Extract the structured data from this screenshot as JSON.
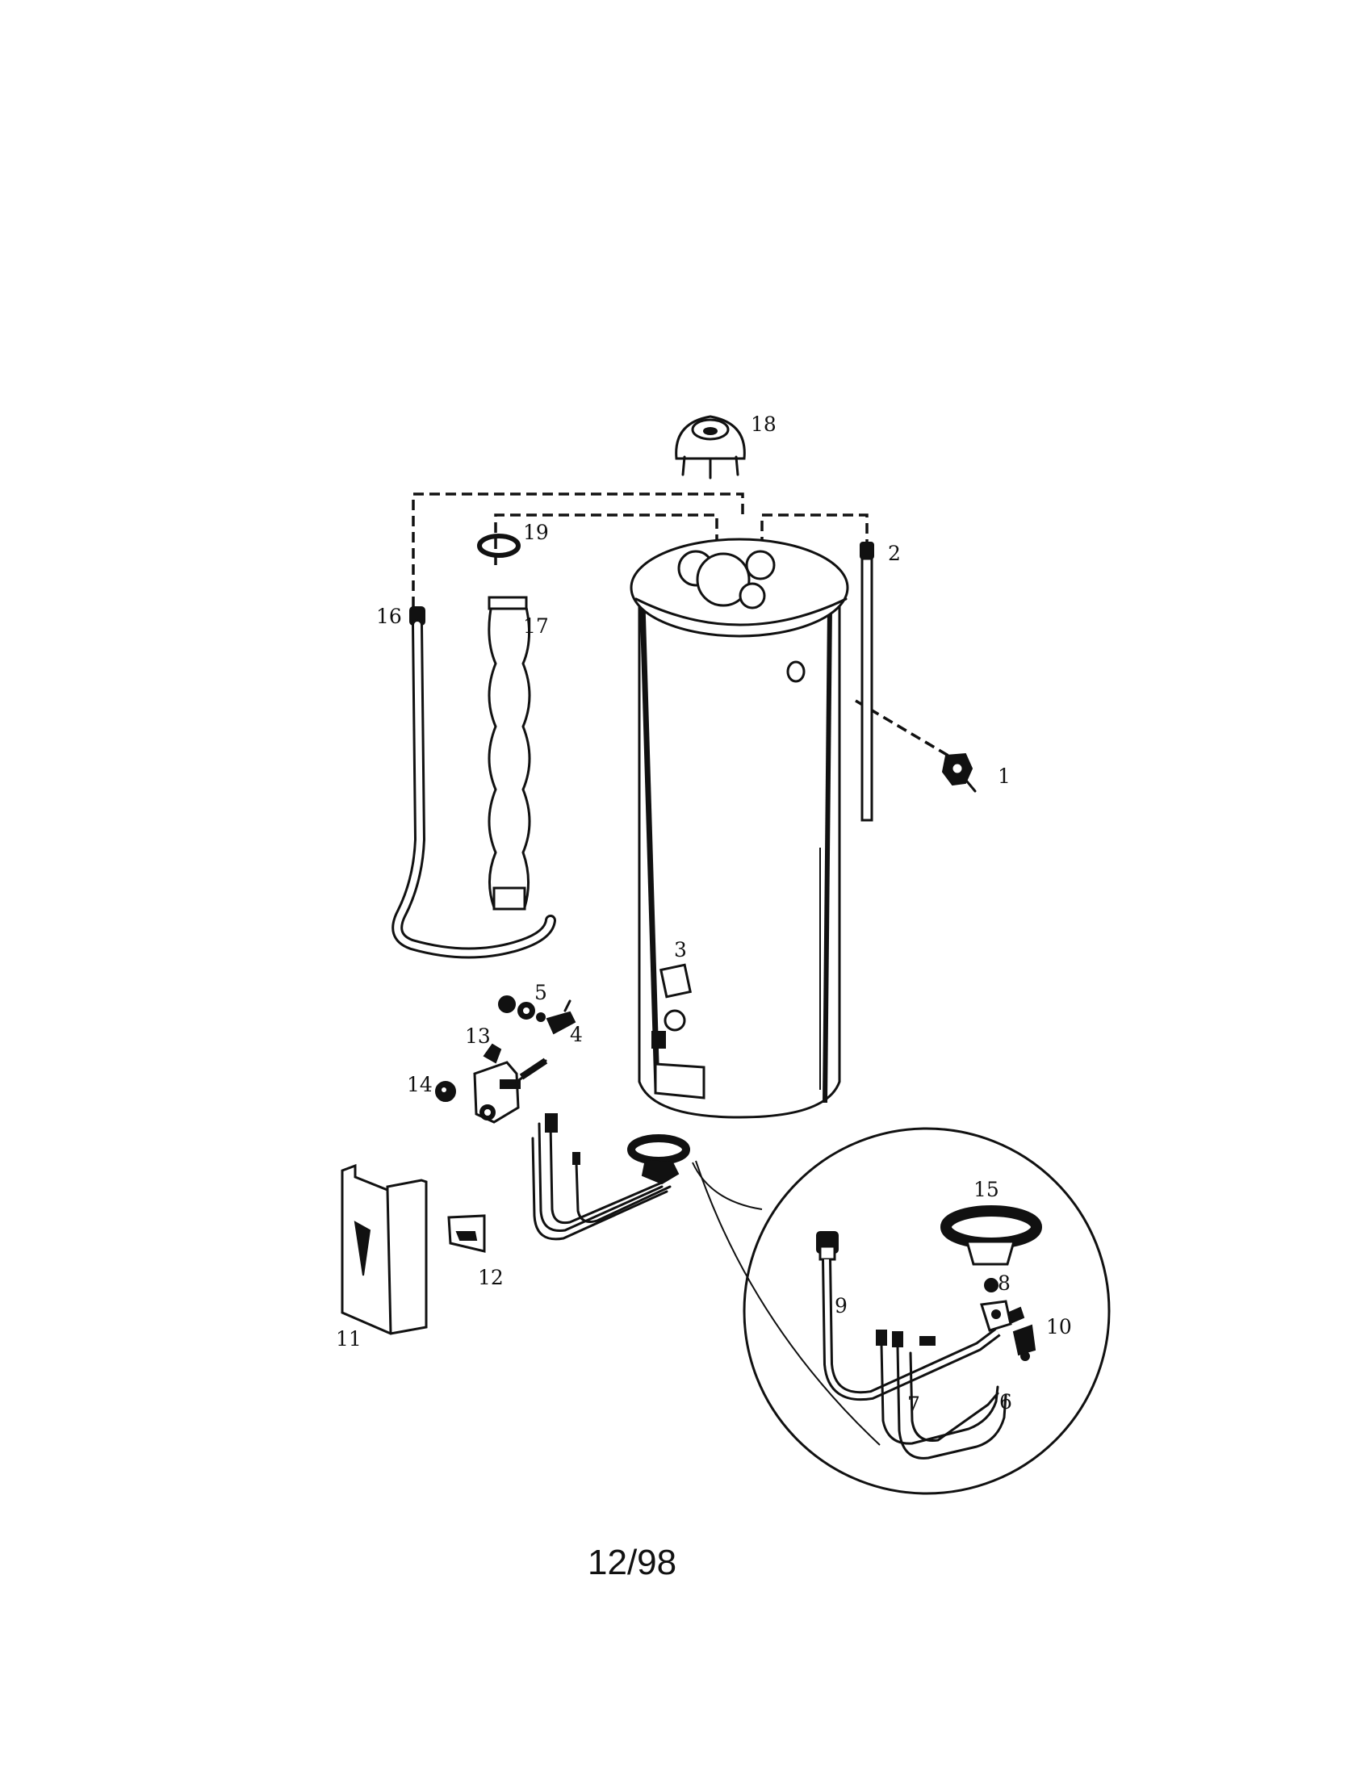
{
  "callouts": {
    "c1": "1",
    "c2": "2",
    "c3": "3",
    "c4": "4",
    "c5": "5",
    "c6": "6",
    "c7": "7",
    "c8": "8",
    "c9": "9",
    "c10": "10",
    "c11": "11",
    "c12": "12",
    "c13": "13",
    "c14": "14",
    "c15": "15",
    "c16": "16",
    "c17": "17",
    "c18": "18",
    "c19": "19"
  },
  "footer": {
    "date": "12/98"
  }
}
